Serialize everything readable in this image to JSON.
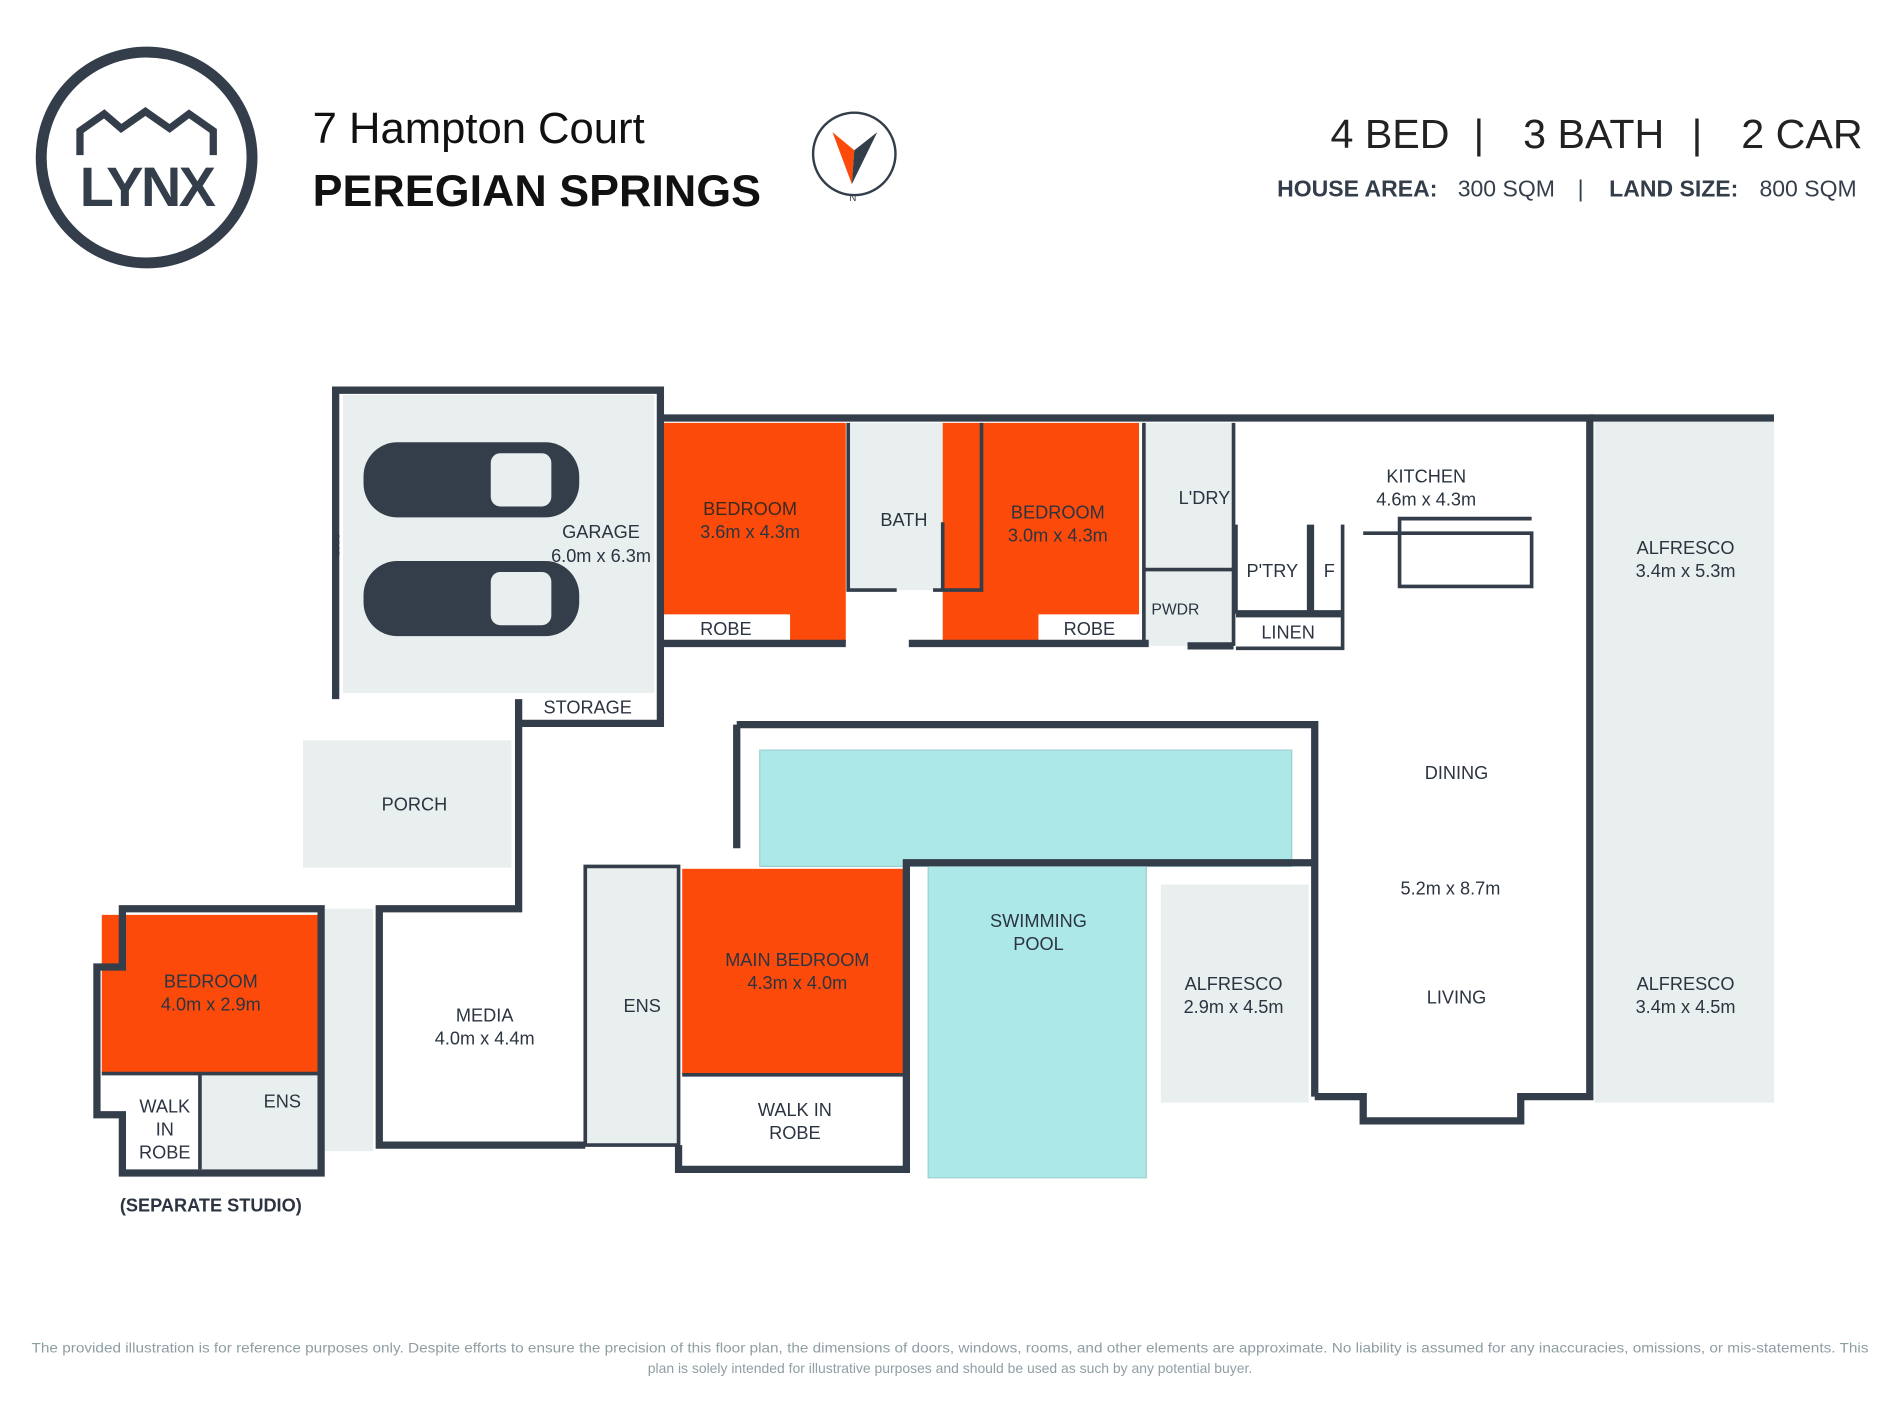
{
  "brand": {
    "logo_text": "LYNX"
  },
  "header": {
    "street": "7 Hampton Court",
    "suburb": "PEREGIAN SPRINGS",
    "compass_label": "N",
    "summary": {
      "bed": "4 BED",
      "bath": "3 BATH",
      "car": "2 CAR",
      "separator": "|"
    },
    "house_area_label": "HOUSE AREA:",
    "house_area_value": "300 SQM",
    "land_size_label": "LAND SIZE:",
    "land_size_value": "800 SQM"
  },
  "colors": {
    "walls": "#343e4b",
    "bedroom": "#fc4a0a",
    "pool": "#ade8e8",
    "outdoor": "#e9eeee"
  },
  "rooms": {
    "garage": {
      "name": "GARAGE",
      "size": "6.0m x 6.3m",
      "door": "DOOR"
    },
    "storage": {
      "name": "STORAGE"
    },
    "bedroom1": {
      "name": "BEDROOM",
      "size": "3.6m x 4.3m"
    },
    "robe1": {
      "name": "ROBE"
    },
    "bath": {
      "name": "BATH"
    },
    "bedroom2": {
      "name": "BEDROOM",
      "size": "3.0m x 4.3m"
    },
    "robe2": {
      "name": "ROBE"
    },
    "laundry": {
      "name": "L'DRY"
    },
    "powder": {
      "name": "PWDR"
    },
    "kitchen": {
      "name": "KITCHEN",
      "size": "4.6m x 4.3m"
    },
    "pantry": {
      "name": "P'TRY"
    },
    "fridge": {
      "name": "F"
    },
    "linen": {
      "name": "LINEN"
    },
    "alfresco_ne": {
      "name": "ALFRESCO",
      "size": "3.4m x 5.3m"
    },
    "dining": {
      "name": "DINING"
    },
    "living_size": {
      "size": "5.2m x 8.7m"
    },
    "living": {
      "name": "LIVING"
    },
    "alfresco_se": {
      "name": "ALFRESCO",
      "size": "3.4m x 4.5m"
    },
    "alfresco_mid": {
      "name": "ALFRESCO",
      "size": "2.9m x 4.5m"
    },
    "pool": {
      "name1": "SWIMMING",
      "name2": "POOL"
    },
    "porch": {
      "name": "PORCH"
    },
    "main_bedroom": {
      "name": "MAIN BEDROOM",
      "size": "4.3m x 4.0m"
    },
    "walk_in_robe": {
      "name1": "WALK IN",
      "name2": "ROBE"
    },
    "ensuite": {
      "name": "ENS"
    },
    "media": {
      "name": "MEDIA",
      "size": "4.0m x 4.4m"
    },
    "studio_bedroom": {
      "name": "BEDROOM",
      "size": "4.0m x 2.9m"
    },
    "studio_wir": {
      "name1": "WALK",
      "name2": "IN",
      "name3": "ROBE"
    },
    "studio_ens": {
      "name": "ENS"
    },
    "studio_note": "(SEPARATE STUDIO)"
  },
  "footer": {
    "disclaimer_line1": "The provided illustration is for reference purposes only. Despite efforts to ensure the precision of this floor plan, the dimensions of doors, windows, rooms, and other elements are approximate. No liability is assumed for any inaccuracies, omissions, or mis-statements. This",
    "disclaimer_line2": "plan is solely intended for illustrative purposes and should be used as such by any potential buyer."
  }
}
